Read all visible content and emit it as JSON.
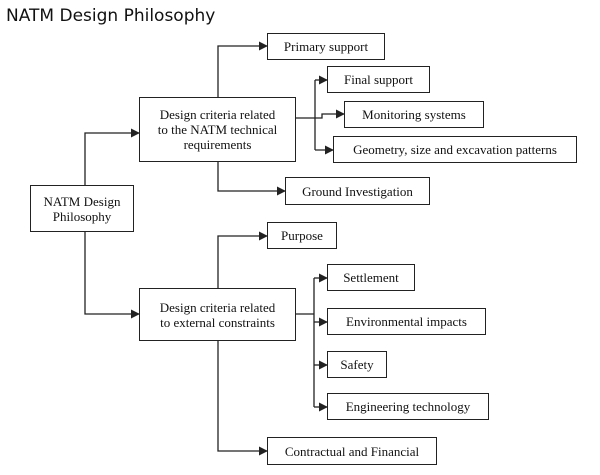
{
  "title": "NATM Design Philosophy",
  "root": "NATM Design\nPhilosophy",
  "branches": [
    {
      "label": "Design criteria related\nto the NATM technical\nrequirements",
      "children": [
        "Primary support",
        "Final support",
        "Monitoring systems",
        "Geometry, size and excavation patterns",
        "Ground Investigation"
      ]
    },
    {
      "label": "Design criteria related\nto external constraints",
      "children": [
        "Purpose",
        "Settlement",
        "Environmental impacts",
        "Safety",
        "Engineering technology",
        "Contractual and Financial"
      ]
    }
  ]
}
